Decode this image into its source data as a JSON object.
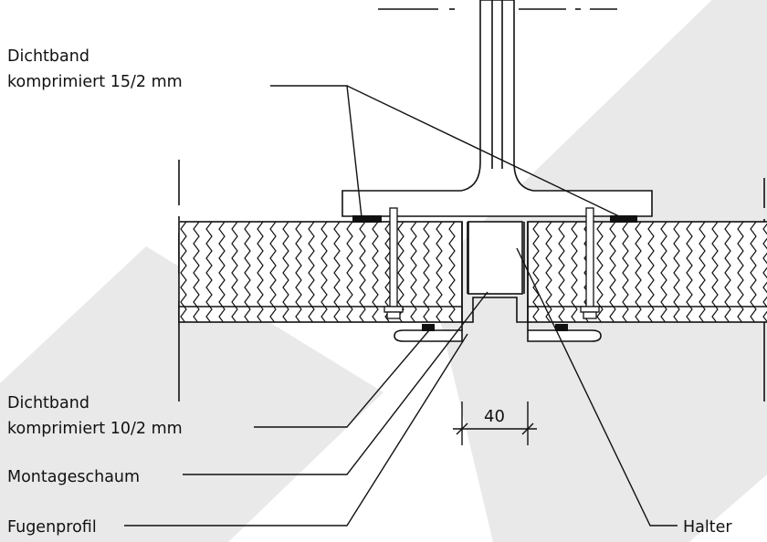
{
  "labels": {
    "dichtband_top_line1": "Dichtband",
    "dichtband_top_line2": "komprimiert 15/2 mm",
    "dichtband_bottom_line1": "Dichtband",
    "dichtband_bottom_line2": "komprimiert 10/2 mm",
    "montageschaum": "Montageschaum",
    "fugenprofil": "Fugenprofil",
    "halter": "Halter"
  },
  "dimension": {
    "value": "40"
  },
  "colors": {
    "background": "#ffffff",
    "watermark": "#e9e9e9",
    "line": "#111111"
  }
}
